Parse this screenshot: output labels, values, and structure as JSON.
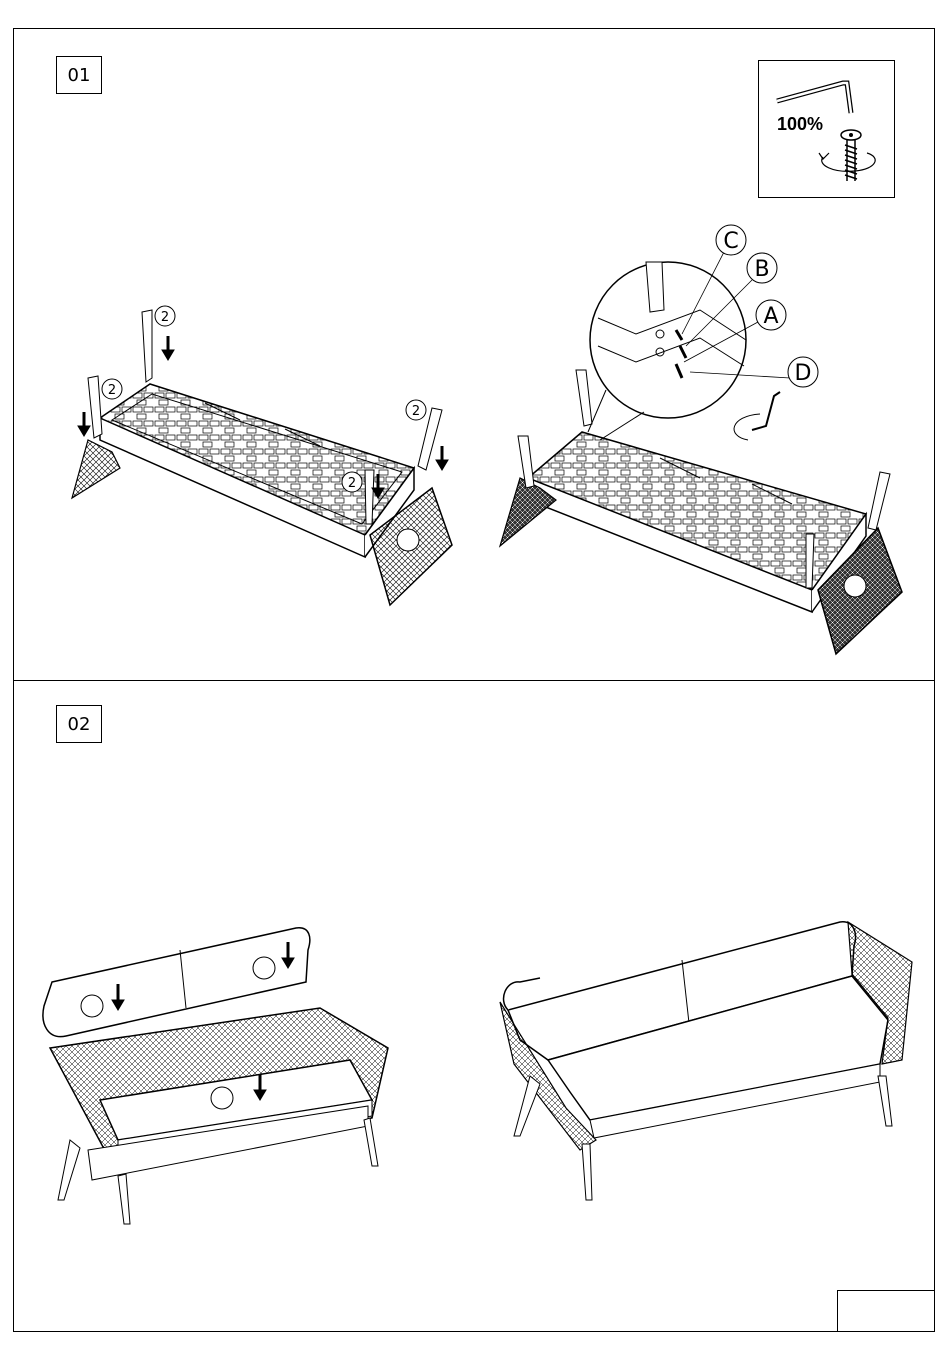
{
  "steps": [
    {
      "number": "01"
    },
    {
      "number": "02"
    }
  ],
  "tool_panel": {
    "tightness": "100%",
    "icons": [
      "allen-key-icon",
      "screw-icon",
      "rotate-arrow-icon"
    ]
  },
  "step1": {
    "leg_quantity_labels": [
      "2",
      "2",
      "2",
      "2"
    ],
    "detail_callouts": [
      "C",
      "B",
      "A",
      "D"
    ]
  },
  "page_number": ""
}
